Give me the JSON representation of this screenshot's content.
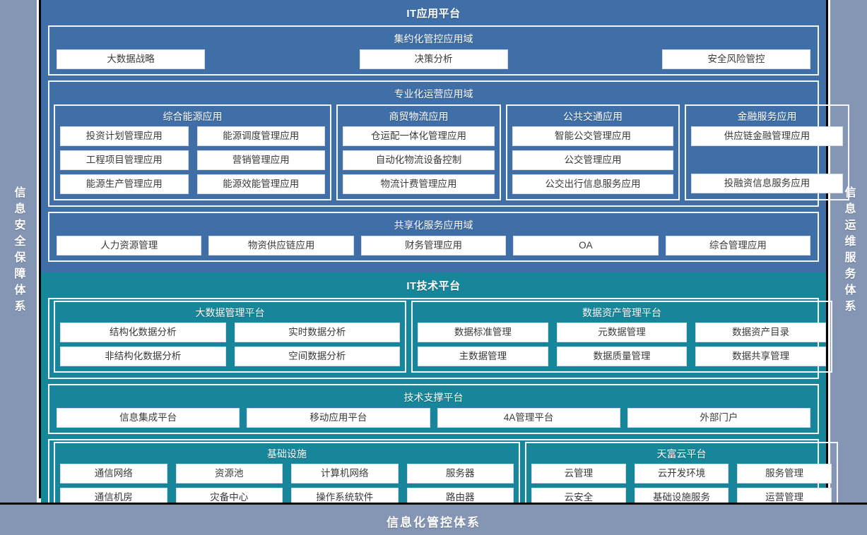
{
  "rails": {
    "left": {
      "name": "security-rail",
      "text": "信息安全保障体系"
    },
    "right": {
      "name": "ops-rail",
      "text": "信息运维服务体系"
    }
  },
  "bottom_bar": {
    "label": "信息化管控体系"
  },
  "colors": {
    "app_panel": "#3f6fa6",
    "tech_panel": "#17859a",
    "rail": "#8496b4",
    "chip_bg": "#ffffff",
    "frame": "#000000"
  },
  "panels": [
    {
      "id": "it-application-platform",
      "title": "IT应用平台",
      "domains": [
        {
          "id": "intensive-control-domain",
          "title": "集约化管控应用域",
          "layout": "flat",
          "items": [
            "大数据战略",
            "决策分析",
            "安全风险管控"
          ]
        },
        {
          "id": "specialized-operation-domain",
          "title": "专业化运营应用域",
          "layout": "groups",
          "groups": [
            {
              "id": "integrated-energy",
              "title": "综合能源应用",
              "columns": 2,
              "items": [
                "投资计划管理应用",
                "能源调度管理应用",
                "工程项目管理应用",
                "营销管理应用",
                "能源生产管理应用",
                "能源效能管理应用"
              ]
            },
            {
              "id": "trade-logistics",
              "title": "商贸物流应用",
              "columns": 1,
              "items": [
                "仓运配一体化管理应用",
                "自动化物流设备控制",
                "物流计费管理应用"
              ]
            },
            {
              "id": "public-transit",
              "title": "公共交通应用",
              "columns": 1,
              "items": [
                "智能公交管理应用",
                "公交管理应用",
                "公交出行信息服务应用"
              ]
            },
            {
              "id": "financial-service",
              "title": "金融服务应用",
              "columns": 1,
              "items": [
                "供应链金融管理应用",
                "",
                "投融资信息服务应用"
              ]
            }
          ]
        },
        {
          "id": "shared-service-domain",
          "title": "共享化服务应用域",
          "layout": "flat",
          "items": [
            "人力资源管理",
            "物资供应链应用",
            "财务管理应用",
            "OA",
            "综合管理应用"
          ]
        }
      ]
    },
    {
      "id": "it-technology-platform",
      "title": "IT技术平台",
      "domains": [
        {
          "id": "data-platforms-row",
          "layout": "groups",
          "title": "",
          "groups": [
            {
              "id": "bigdata-management-platform",
              "title": "大数据管理平台",
              "columns": 2,
              "items": [
                "结构化数据分析",
                "实时数据分析",
                "非结构化数据分析",
                "空间数据分析"
              ]
            },
            {
              "id": "data-asset-management-platform",
              "title": "数据资产管理平台",
              "columns": 3,
              "items": [
                "数据标准管理",
                "元数据管理",
                "数据资产目录",
                "主数据管理",
                "数据质量管理",
                "数据共享管理"
              ]
            }
          ]
        },
        {
          "id": "technical-support-platform",
          "title": "技术支撑平台",
          "layout": "flat",
          "items": [
            "信息集成平台",
            "移动应用平台",
            "4A管理平台",
            "外部门户"
          ]
        },
        {
          "id": "infrastructure-row",
          "layout": "groups",
          "title": "",
          "groups": [
            {
              "id": "infrastructure",
              "title": "基础设施",
              "columns": 4,
              "items": [
                "通信网络",
                "资源池",
                "计算机网络",
                "服务器",
                "通信机房",
                "灾备中心",
                "操作系统软件",
                "路由器"
              ]
            },
            {
              "id": "tianfu-cloud-platform",
              "title": "天富云平台",
              "columns": 3,
              "items": [
                "云管理",
                "云开发环境",
                "服务管理",
                "云安全",
                "基础设施服务",
                "运营管理"
              ]
            }
          ]
        }
      ]
    }
  ]
}
